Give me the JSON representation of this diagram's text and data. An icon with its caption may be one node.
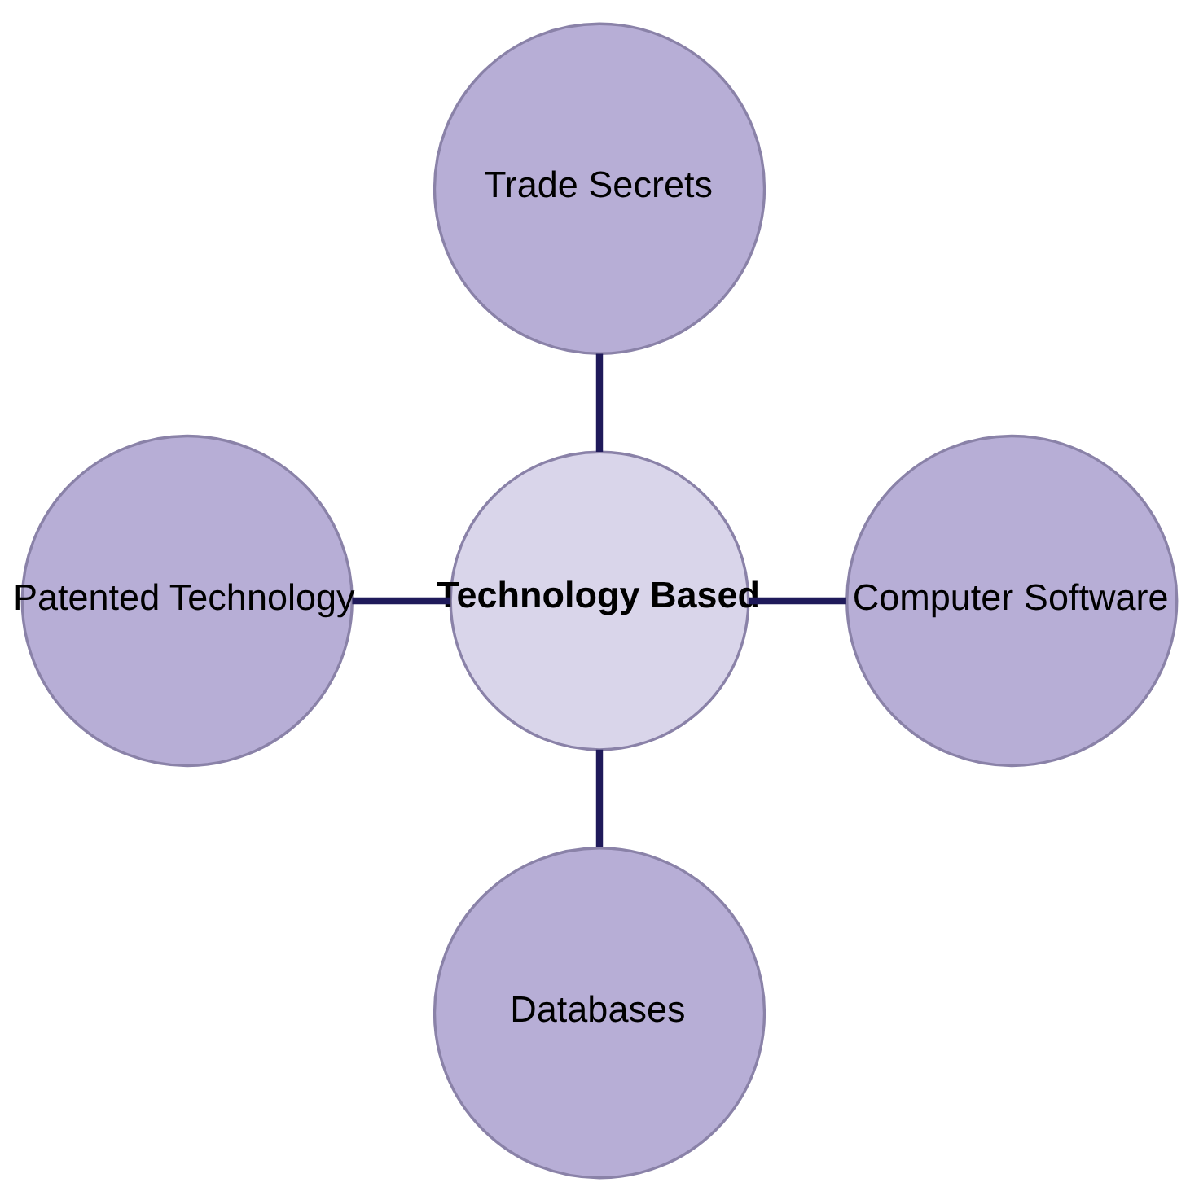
{
  "diagram": {
    "nodes": [
      {
        "text": [
          "Trade Secrets"
        ]
      },
      {
        "text": [
          "Patented Technology"
        ]
      },
      {
        "text": [
          "Technology Based"
        ]
      },
      {
        "text": [
          "Computer Software"
        ]
      },
      {
        "text": [
          "Databases"
        ]
      }
    ],
    "edges": [
      {
        "from": 0,
        "to": 2,
        "arrow": "none"
      },
      {
        "from": 1,
        "to": 2,
        "arrow": "none"
      },
      {
        "from": 2,
        "to": 3,
        "arrow": "none"
      },
      {
        "from": 2,
        "to": 4,
        "arrow": "none"
      }
    ]
  }
}
